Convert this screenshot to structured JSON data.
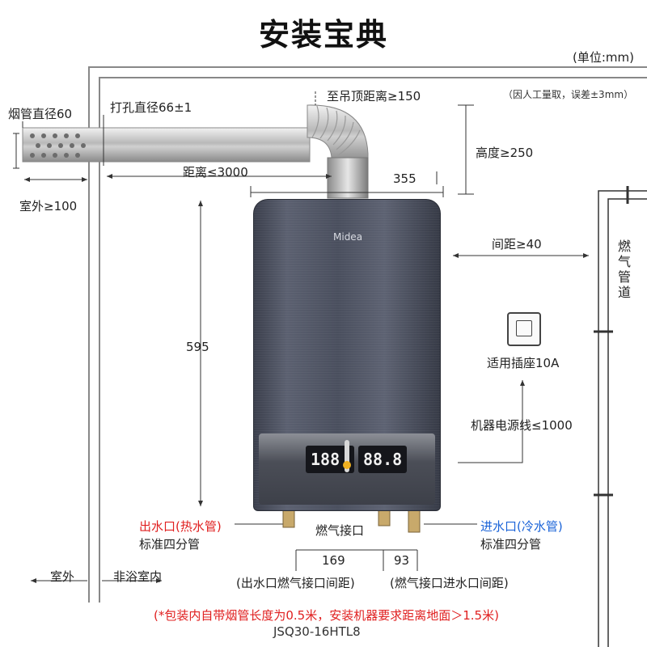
{
  "title": "安装宝典",
  "unit": "(单位:mm)",
  "note_error": "（因人工量取，误差±3mm）",
  "flue_diameter": "烟管直径60",
  "hole_diameter": "打孔直径66±1",
  "ceiling_distance": "至吊顶距离≥150",
  "height": "高度≥250",
  "distance_max": "距离≤3000",
  "width_355": "355",
  "outdoor_min": "室外≥100",
  "gap": "间距≥40",
  "gas_pipe": "燃气管道",
  "socket": "适用插座10A",
  "cord": "机器电源线≤1000",
  "height_595": "595",
  "brand": "Midea",
  "lcd_left": "188",
  "lcd_right": "88.8",
  "outlet_title": "出水口(热水管)",
  "outlet_sub": "标准四分管",
  "gas_inlet": "燃气接口",
  "inlet_title": "进水口(冷水管)",
  "inlet_sub": "标准四分管",
  "dim_169": "169",
  "dim_93": "93",
  "dim_169_desc": "(出水口燃气接口间距)",
  "dim_93_desc": "(燃气接口进水口间距)",
  "outdoor": "室外",
  "indoor": "非浴室内",
  "bottom_note": "(*包装内自带烟管长度为0.5米，安装机器要求距离地面＞1.5米)",
  "model": "JSQ30-16HTL8",
  "colors": {
    "red": "#e02020",
    "blue": "#1a63d8",
    "heater": "#4a4f5e"
  }
}
